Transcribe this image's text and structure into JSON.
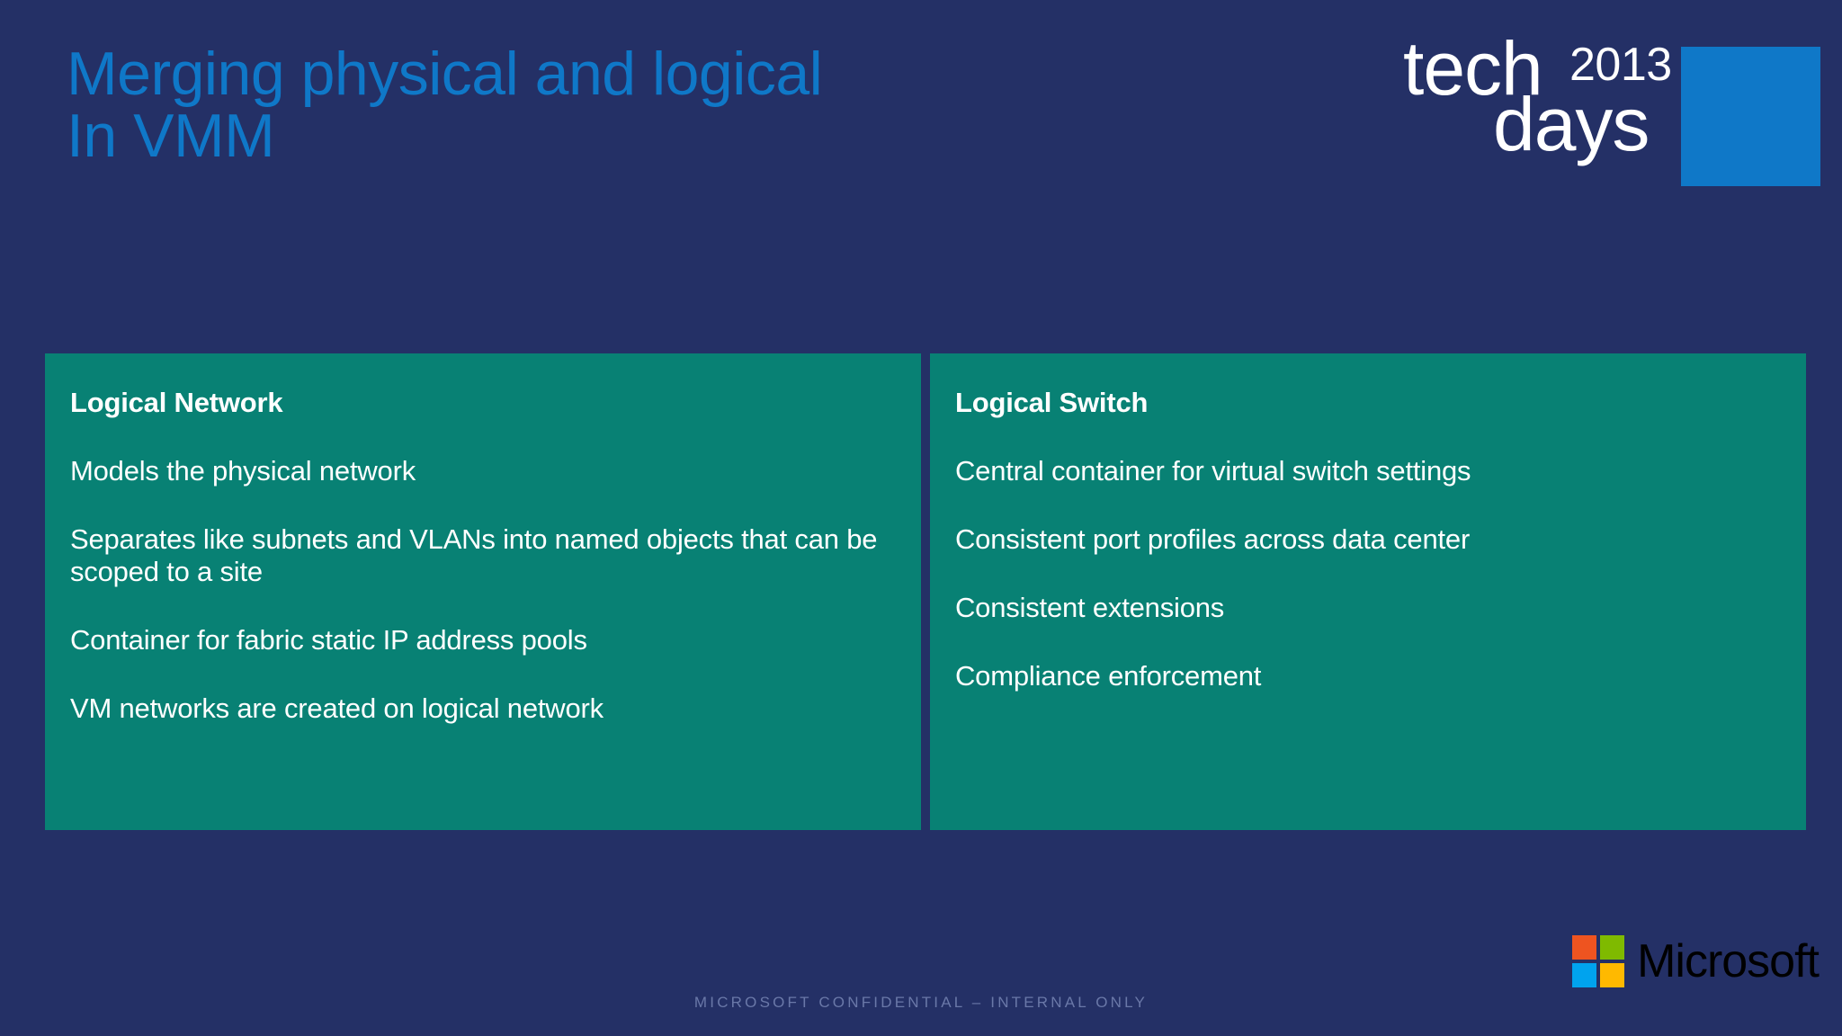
{
  "slide": {
    "title": "Merging physical and logical\nIn VMM",
    "title_color": "#0f78c8",
    "background_color": "#243066"
  },
  "brand": {
    "tech": "tech",
    "year": "2013",
    "days": "days",
    "square_color": "#0f78c8"
  },
  "panels": [
    {
      "heading": "Logical Network",
      "bullets": [
        "Models the physical network",
        "Separates like subnets and VLANs into named objects that can be scoped to a site",
        "Container for fabric static IP address pools",
        "VM networks are created on logical network"
      ]
    },
    {
      "heading": "Logical Switch",
      "bullets": [
        "Central container for virtual switch settings",
        "Consistent port profiles across data center",
        "Consistent extensions",
        "Compliance enforcement"
      ]
    }
  ],
  "panel_color": "#088174",
  "footer": {
    "confidential": "MICROSOFT CONFIDENTIAL – INTERNAL ONLY"
  },
  "microsoft_logo": {
    "wordmark": "Microsoft",
    "squares": [
      {
        "name": "orange-square",
        "color": "#ee5420"
      },
      {
        "name": "green-square",
        "color": "#7fba00"
      },
      {
        "name": "blue-square",
        "color": "#00a3ee"
      },
      {
        "name": "yellow-square",
        "color": "#ffb900"
      }
    ]
  }
}
